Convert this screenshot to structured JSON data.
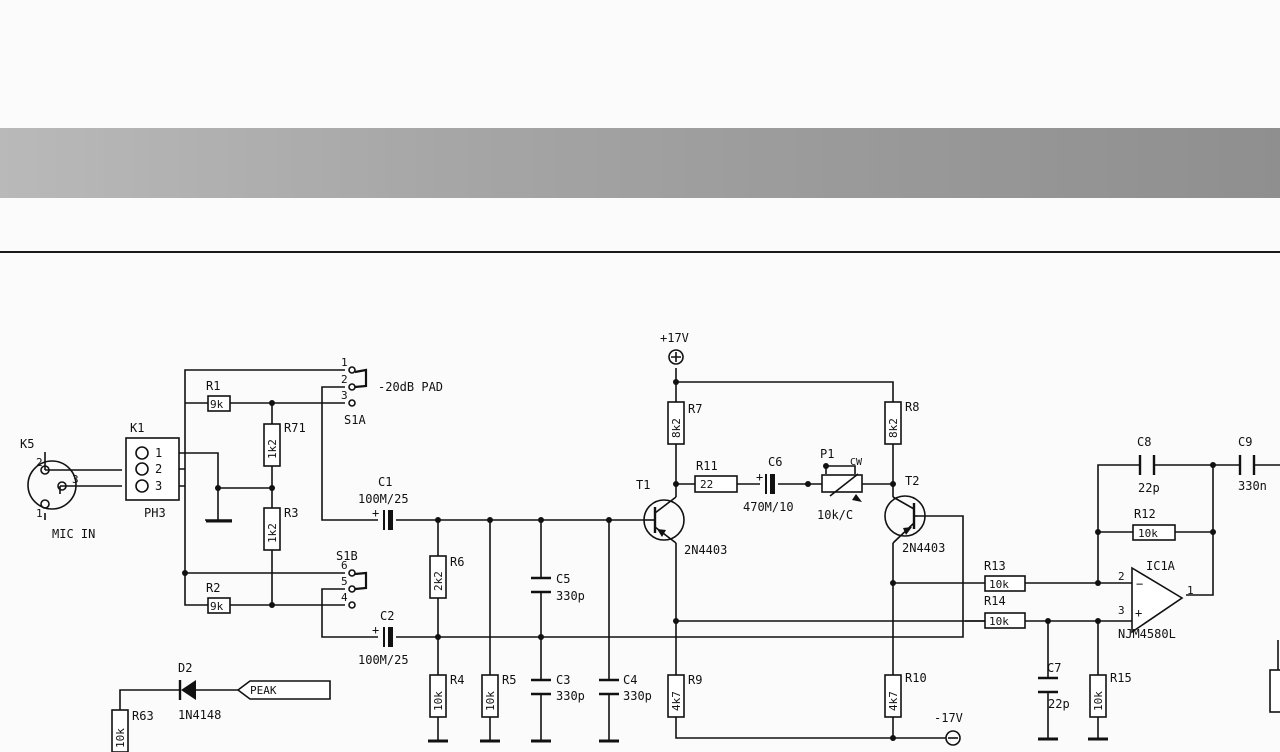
{
  "labels": {
    "k5": "K5",
    "mic_in": "MIC IN",
    "k1": "K1",
    "ph3": "PH3",
    "k1_pin1": "1",
    "k1_pin2": "2",
    "k1_pin3": "3",
    "k5_pin1": "1",
    "k5_pin2": "2",
    "k5_pin3": "3",
    "s1a": "S1A",
    "s1a_p1": "1",
    "s1a_p2": "2",
    "s1a_p3": "3",
    "pad": "-20dB PAD",
    "s1b": "S1B",
    "s1b_p4": "4",
    "s1b_p5": "5",
    "s1b_p6": "6",
    "r1": "R1",
    "r1_val": "9k",
    "r2": "R2",
    "r2_val": "9k",
    "r71": "R71",
    "r71_val": "1k2",
    "r3": "R3",
    "r3_val": "1k2",
    "c1": "C1",
    "c1_val": "100M/25",
    "c2": "C2",
    "c2_val": "100M/25",
    "r6": "R6",
    "r6_val": "2k2",
    "r4": "R4",
    "r4_val": "10k",
    "r5": "R5",
    "r5_val": "10k",
    "c5": "C5",
    "c5_val": "330p",
    "c3": "C3",
    "c3_val": "330p",
    "c4": "C4",
    "c4_val": "330p",
    "t1": "T1",
    "t1_type": "2N4403",
    "t2": "T2",
    "t2_type": "2N4403",
    "vpos": "+17V",
    "vneg": "-17V",
    "r7": "R7",
    "r7_val": "8k2",
    "r8": "R8",
    "r8_val": "8k2",
    "r11": "R11",
    "r11_val": "22",
    "c6": "C6",
    "c6_val": "470M/10",
    "p1": "P1",
    "p1_cw": "CW",
    "p1_val": "10k/C",
    "r9": "R9",
    "r9_val": "4k7",
    "r10": "R10",
    "r10_val": "4k7",
    "r13": "R13",
    "r13_val": "10k",
    "r14": "R14",
    "r14_val": "10k",
    "r12": "R12",
    "r12_val": "10k",
    "r15": "R15",
    "r15_val": "10k",
    "c7": "C7",
    "c7_val": "22p",
    "c8": "C8",
    "c8_val": "22p",
    "c9": "C9",
    "c9_val": "330n",
    "ic1a": "IC1A",
    "ic1a_type": "NJM4580L",
    "ic_p1": "1",
    "ic_p2": "2",
    "ic_p3": "3",
    "ic_minus": "−",
    "ic_plus": "+",
    "plus": "+",
    "d2": "D2",
    "d2_type": "1N4148",
    "peak": "PEAK",
    "r63": "R63",
    "r63_val": "10k"
  }
}
